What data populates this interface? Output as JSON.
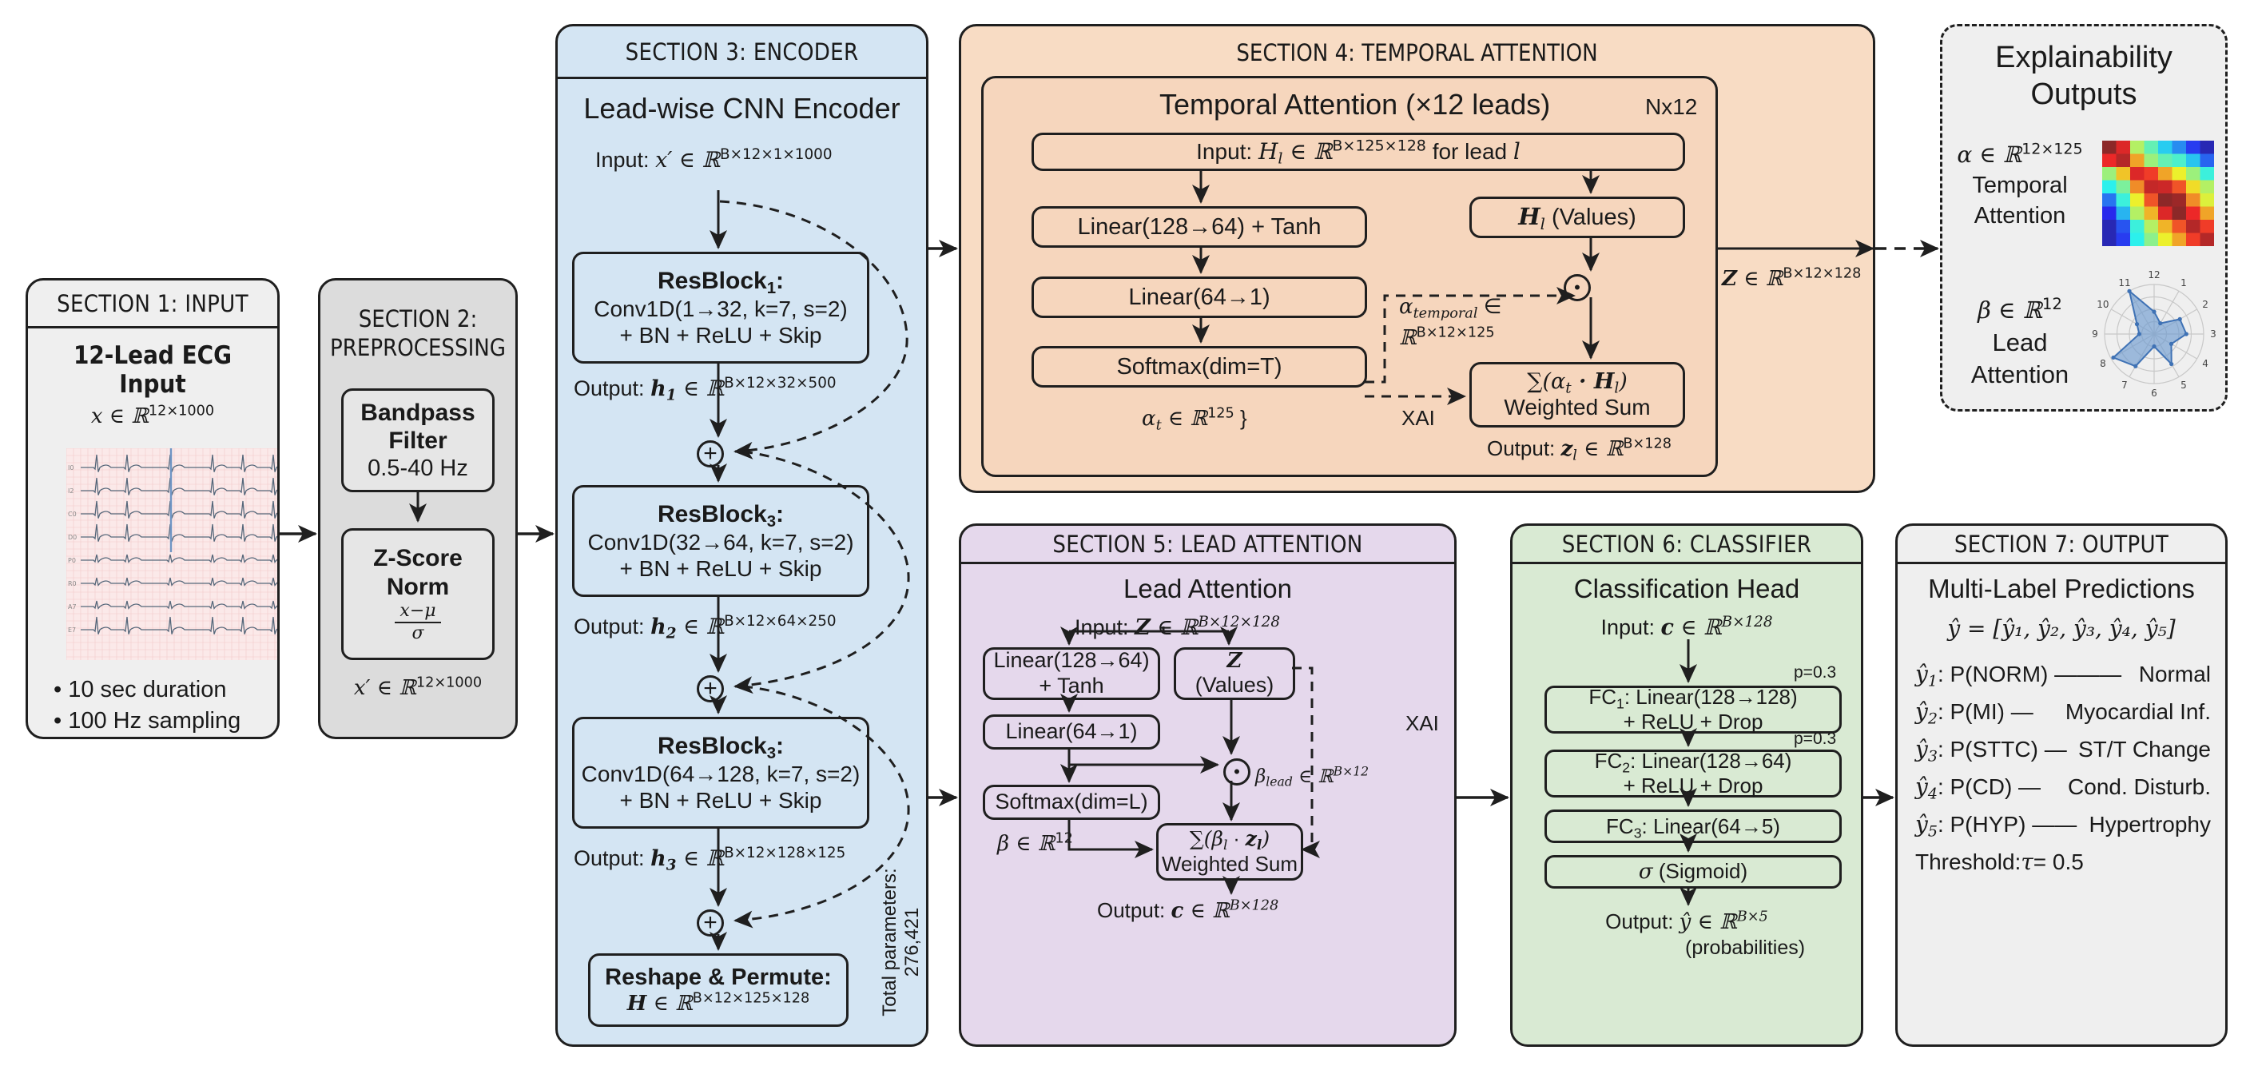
{
  "colors": {
    "section1_bg": "#efefef",
    "section2_bg": "#dcdcdc",
    "section3_bg": "#d4e5f3",
    "section4_bg": "#f8dcc4",
    "section5_bg": "#e5d8ec",
    "section6_bg": "#d9ead3",
    "section7_bg": "#efefef",
    "explain_bg": "#efefef",
    "stroke": "#1f1f1f",
    "ecg_grid": "#f3c9c9",
    "radar_fill": "#6f9bcf"
  },
  "section1": {
    "header": "SECTION 1: INPUT",
    "title_line1": "12-Lead ECG",
    "title_line2": "Input",
    "shape_var": "x ∈ ℝ",
    "shape_sup": "12×1000",
    "ecg_lead_labels": [
      "I0",
      "I2",
      "C0",
      "D0",
      "P0",
      "R0",
      "A7",
      "E7"
    ],
    "bullets": [
      "• 10 sec duration",
      "• 100 Hz sampling"
    ]
  },
  "section2": {
    "header_line1": "SECTION 2:",
    "header_line2": "PREPROCESSING",
    "bandpass_title_line1": "Bandpass",
    "bandpass_title_line2": "Filter",
    "bandpass_range": "0.5-40 Hz",
    "zscore_title_line1": "Z-Score",
    "zscore_title_line2": "Norm",
    "zscore_numerator": "x−μ",
    "zscore_denominator": "σ",
    "output_var": "x′ ∈ ℝ",
    "output_sup": "12×1000"
  },
  "section3": {
    "header": "SECTION 3: ENCODER",
    "title": "Lead-wise CNN Encoder",
    "input_label": "Input: ",
    "input_var": "x′ ∈ ℝ",
    "input_sup": "B×12×1×1000",
    "blocks": [
      {
        "name": "ResBlock",
        "sub": "1",
        "line2": "Conv1D(1→32, k=7, s=2)",
        "line3": "+ BN + ReLU + Skip",
        "out_label": "Output: ",
        "out_var": "h",
        "out_sub": "1",
        "out_space": " ∈ ℝ",
        "out_sup": "B×12×32×500"
      },
      {
        "name": "ResBlock",
        "sub": "3",
        "line2": "Conv1D(32→64, k=7, s=2)",
        "line3": "+ BN + ReLU + Skip",
        "out_label": "Output: ",
        "out_var": "h",
        "out_sub": "2",
        "out_space": " ∈ ℝ",
        "out_sup": "B×12×64×250"
      },
      {
        "name": "ResBlock",
        "sub": "3",
        "line2": "Conv1D(64→128, k=7, s=2)",
        "line3": "+ BN + ReLU + Skip",
        "out_label": "Output: ",
        "out_var": "h",
        "out_sub": "3",
        "out_space": " ∈ ℝ",
        "out_sup": "B×12×128×125"
      }
    ],
    "add_symbol": "+",
    "reshape_title": "Reshape & Permute:",
    "reshape_var": "H",
    "reshape_space": " ∈ ℝ",
    "reshape_sup": "B×12×125×128",
    "params_line1": "Total parameters:",
    "params_line2": "276,421"
  },
  "section4": {
    "header": "SECTION 4: TEMPORAL ATTENTION",
    "inner_title": "Temporal Attention (×12 leads)",
    "repeat_badge": "Nx12",
    "input_label": "Input: ",
    "input_var": "H",
    "input_sub": "l",
    "input_space": " ∈ ℝ",
    "input_sup": "B×125×128",
    "input_suffix": " for lead ",
    "input_lead_var": "l",
    "linear1": "Linear(128→64) + Tanh",
    "linear2": "Linear(64→1)",
    "softmax": "Softmax(dim=T)",
    "alpha_t_var": "α",
    "alpha_t_sub": "t",
    "alpha_t_space": " ∈ ℝ",
    "alpha_t_sup": "125",
    "values_var": "H",
    "values_sub": "l",
    "values_label": " (Values)",
    "alpha_temporal_var": "α",
    "alpha_temporal_sub": "temporal",
    "alpha_temporal_in": " ∈",
    "alpha_temporal_R": "ℝ",
    "alpha_temporal_sup": "B×12×125",
    "hadamard_symbol": "•",
    "xai_label": "XAI",
    "sum_formula": "∑(α",
    "sum_sub_t": "t",
    "sum_mid": " · H",
    "sum_sub_l": "l",
    "sum_close": ")",
    "sum_label": "Weighted Sum",
    "output_label": "Output: ",
    "output_var": "z",
    "output_sub": "l",
    "output_space": " ∈ ℝ",
    "output_sup": "B×128",
    "z_var": "Z",
    "z_space": " ∈ ℝ",
    "z_sup": "B×12×128"
  },
  "explainability": {
    "title_line1": "Explainability",
    "title_line2": "Outputs",
    "temporal_var": "α ∈ ℝ",
    "temporal_sup": "12×125",
    "temporal_label_line1": "Temporal",
    "temporal_label_line2": "Attention",
    "lead_var": "β ∈ ℝ",
    "lead_sup": "12",
    "lead_label_line1": "Lead",
    "lead_label_line2": "Attention",
    "heatmap": [
      [
        1.0,
        0.9,
        0.55,
        0.45,
        0.33,
        0.25,
        0.15,
        0.05
      ],
      [
        0.88,
        0.95,
        0.72,
        0.52,
        0.45,
        0.42,
        0.32,
        0.2
      ],
      [
        0.52,
        0.68,
        0.9,
        0.85,
        0.72,
        0.62,
        0.52,
        0.4
      ],
      [
        0.38,
        0.48,
        0.75,
        0.93,
        0.92,
        0.82,
        0.65,
        0.55
      ],
      [
        0.22,
        0.4,
        0.62,
        0.82,
        1.0,
        0.98,
        0.75,
        0.6
      ],
      [
        0.12,
        0.3,
        0.55,
        0.7,
        0.9,
        1.0,
        0.88,
        0.72
      ],
      [
        0.05,
        0.18,
        0.4,
        0.55,
        0.7,
        0.82,
        0.95,
        0.85
      ],
      [
        0.05,
        0.15,
        0.38,
        0.5,
        0.62,
        0.72,
        0.85,
        0.95
      ]
    ],
    "radar_labels": [
      "12",
      "1",
      "2",
      "3",
      "4",
      "5",
      "6",
      "7",
      "8",
      "9",
      "10",
      "11"
    ],
    "radar_values": [
      0.45,
      0.25,
      0.6,
      0.65,
      0.4,
      0.7,
      0.25,
      0.75,
      0.95,
      0.3,
      0.4,
      1.0
    ],
    "radar_max": 1.0,
    "radar_rings": 4
  },
  "section5": {
    "header": "SECTION 5: LEAD ATTENTION",
    "title": "Lead Attention",
    "input_label": "Input: ",
    "input_var": "Z",
    "input_space": " ∈ ℝ",
    "input_sup": "B×12×128",
    "linear1_line1": "Linear(128→64)",
    "linear1_line2": "+ Tanh",
    "values_var": "Z",
    "values_label": "(Values)",
    "linear2": "Linear(64→1)",
    "softmax": "Softmax(dim=L)",
    "beta_var": "β ∈ ℝ",
    "beta_sup": "12",
    "beta_lead_var": "β",
    "beta_lead_sub": "lead",
    "beta_lead_space": " ∈ ℝ",
    "beta_lead_sup": "B×12",
    "xai_label": "XAI",
    "hadamard_symbol": "•",
    "sum_formula": "∑(β",
    "sum_sub_l": "l",
    "sum_mid": " · ",
    "sum_z": "z",
    "sum_sub_l2": "l",
    "sum_close": ")",
    "sum_label": "Weighted Sum",
    "output_label": "Output: ",
    "output_var": "c",
    "output_space": " ∈ ℝ",
    "output_sup": "B×128"
  },
  "section6": {
    "header": "SECTION 6: CLASSIFIER",
    "title": "Classification Head",
    "input_label": "Input: ",
    "input_var": "c",
    "input_space": " ∈ ℝ",
    "input_sup": "B×128",
    "fc1_name": "FC",
    "fc1_sub": "1",
    "fc1_line1": ": Linear(128→128)",
    "fc1_line2": "+ ReLU + Drop",
    "fc1_dropout": "p=0.3",
    "fc2_name": "FC",
    "fc2_sub": "2",
    "fc2_line1": ": Linear(128→64)",
    "fc2_line2": "+ ReLU + Drop",
    "fc2_dropout": "p=0.3",
    "fc3_name": "FC",
    "fc3_sub": "3",
    "fc3_line1": ": Linear(64→5)",
    "sigmoid_var": "σ",
    "sigmoid_label": " (Sigmoid)",
    "output_label": "Output: ",
    "output_var": "ŷ",
    "output_space": " ∈ ℝ",
    "output_sup": "B×5",
    "output_note": "(probabilities)"
  },
  "section7": {
    "header": "SECTION 7: OUTPUT",
    "title": "Multi-Label Predictions",
    "vector_formula": "ŷ = [ŷ₁, ŷ₂, ŷ₃, ŷ₄, ŷ₅]",
    "predictions": [
      {
        "var": "ŷ",
        "sub": "1",
        "prob": ": P(NORM)",
        "dash": "———",
        "label": "Normal"
      },
      {
        "var": "ŷ",
        "sub": "2",
        "prob": ": P(MI)",
        "dash": "—",
        "label": "Myocardial Inf."
      },
      {
        "var": "ŷ",
        "sub": "3",
        "prob": ": P(STTC)",
        "dash": "—",
        "label": "ST/T Change"
      },
      {
        "var": "ŷ",
        "sub": "4",
        "prob": ": P(CD)",
        "dash": "—",
        "label": "Cond. Disturb."
      },
      {
        "var": "ŷ",
        "sub": "5",
        "prob": ": P(HYP)",
        "dash": "——",
        "label": "Hypertrophy"
      }
    ],
    "threshold_label": "Threshold: ",
    "threshold_var": "τ",
    "threshold_value": " = 0.5"
  }
}
